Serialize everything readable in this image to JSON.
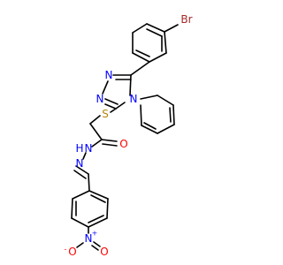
{
  "molecule": {
    "atom_labels": {
      "br": "Br",
      "n_triazole_left_top": "N",
      "n_triazole_left_bottom": "N",
      "n_triazole_phenyl": "N",
      "s_thioether": "S",
      "o_carbonyl": "O",
      "nh_hydrazide": "N",
      "h_hydrazide": "H",
      "n_imine": "N",
      "n_nitro": "N",
      "n_nitro_charge": "+",
      "o_nitro_left": "O",
      "o_nitro_left_charge": "-",
      "o_nitro_right": "O"
    },
    "colors": {
      "bond": "#000000",
      "bromine": "#a52a2a",
      "nitrogen": "#0000ff",
      "sulfur": "#b8860b",
      "oxygen": "#ff0000"
    }
  }
}
